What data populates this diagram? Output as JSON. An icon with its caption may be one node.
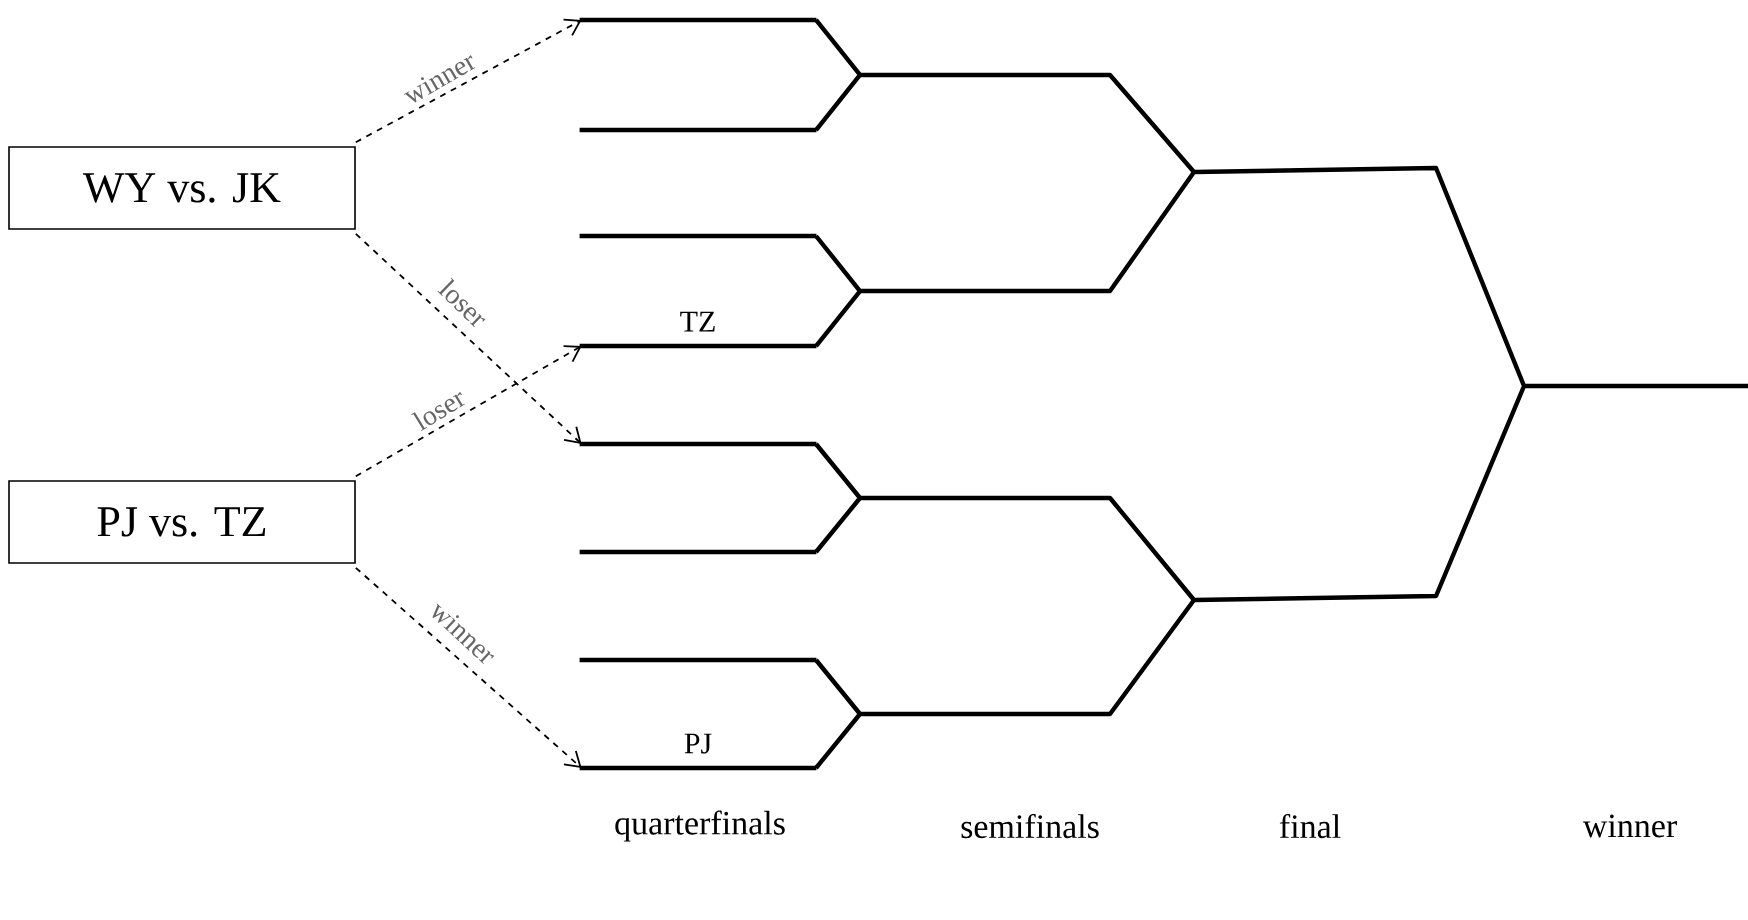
{
  "diagram": {
    "nodes": [
      {
        "text": [
          "WY vs. JK"
        ]
      },
      {
        "text": [
          "PJ vs. TZ"
        ]
      },
      {
        "text": [],
        "shape": "bar"
      },
      {
        "text": [],
        "shape": "bar"
      },
      {
        "text": [],
        "shape": "bar"
      },
      {
        "text": [
          "TZ"
        ]
      },
      {
        "text": [],
        "shape": "bar"
      },
      {
        "text": [],
        "shape": "bar"
      },
      {
        "text": [],
        "shape": "bar"
      },
      {
        "text": [
          "PJ"
        ]
      }
    ],
    "edges": [
      {
        "from": 0,
        "to": 2,
        "arrow": "to",
        "label": "winner",
        "style": "dashed"
      },
      {
        "from": 0,
        "to": 6,
        "arrow": "to",
        "label": "loser",
        "style": "dashed"
      },
      {
        "from": 1,
        "to": 5,
        "arrow": "to",
        "label": "loser",
        "style": "dashed"
      },
      {
        "from": 1,
        "to": 9,
        "arrow": "to",
        "label": "winner",
        "style": "dashed"
      }
    ],
    "labels": [
      "quarterfinals",
      "semifinals",
      "final",
      "winner"
    ]
  }
}
